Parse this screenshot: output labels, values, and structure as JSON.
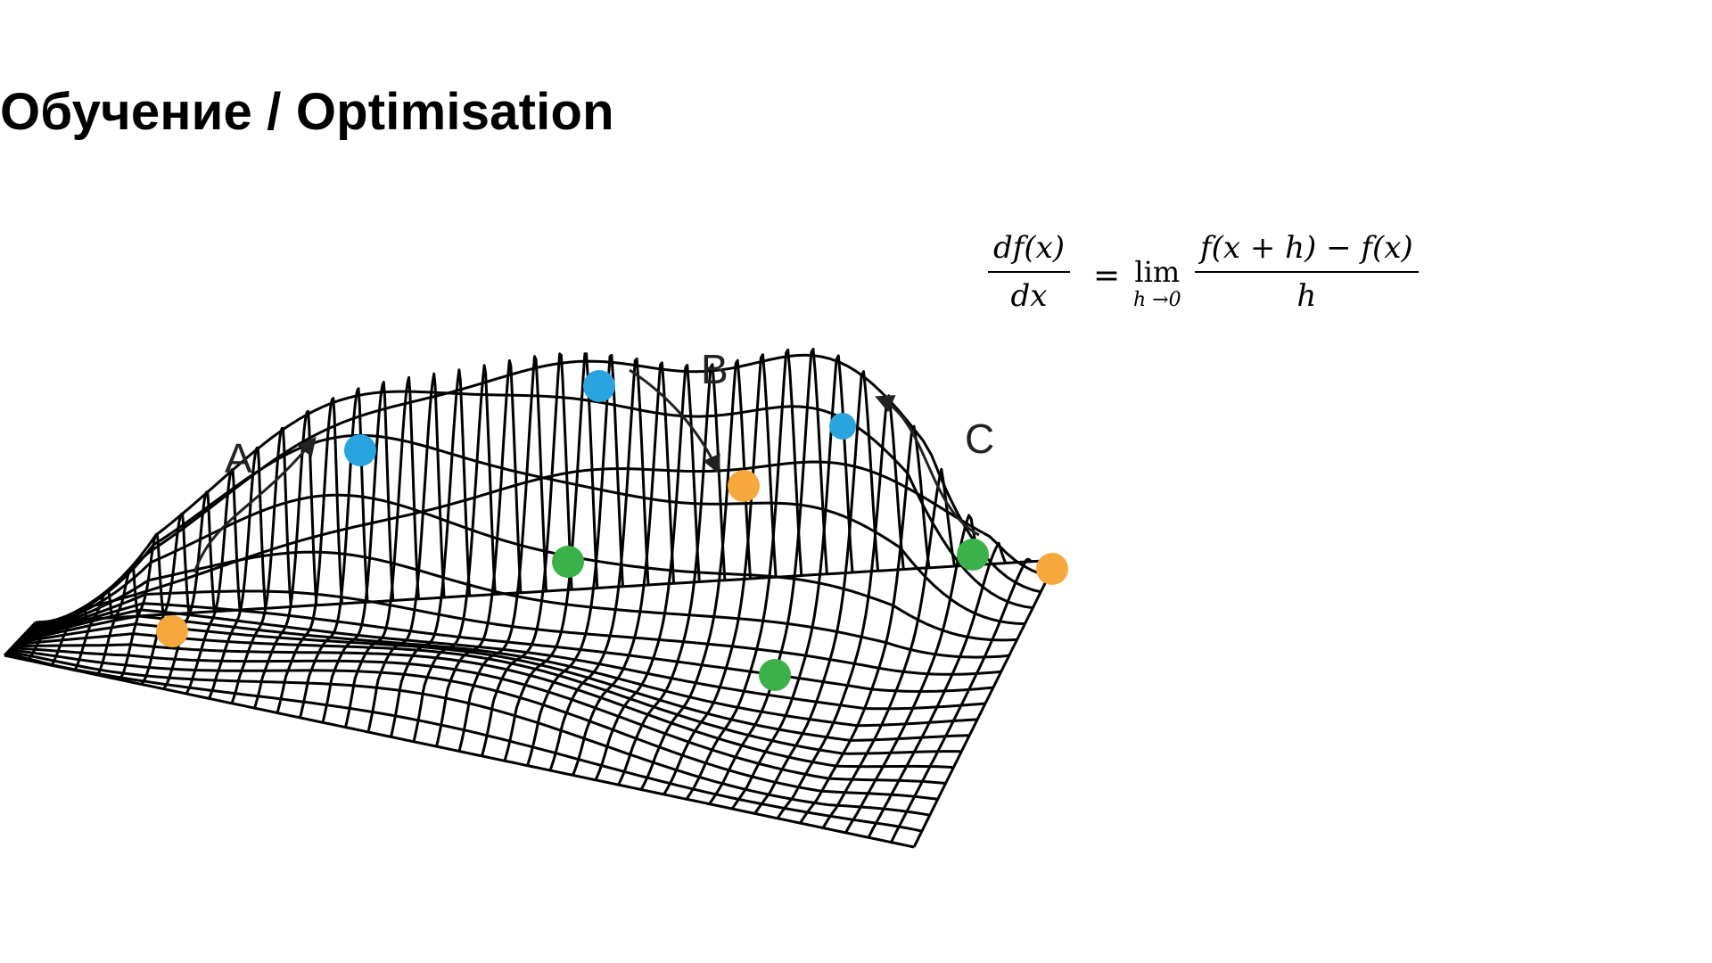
{
  "title": "Обучение / Optimisation",
  "formula": {
    "lhs_numerator": "df(x)",
    "lhs_denominator": "dx",
    "equals": "=",
    "limit_word": "lim",
    "limit_subscript": "h →0",
    "rhs_numerator": "f(x + h) − f(x)",
    "rhs_denominator": "h"
  },
  "diagram": {
    "labels": {
      "a": "A",
      "b": "B",
      "c": "C"
    },
    "colors": {
      "mesh": "#000000",
      "peak_point": "#2aa4df",
      "start_point": "#f7a83c",
      "minimum_point": "#3bb14a",
      "arrow": "#222222"
    },
    "icons": [
      "arrow-up-icon",
      "arrow-down-icon"
    ]
  }
}
